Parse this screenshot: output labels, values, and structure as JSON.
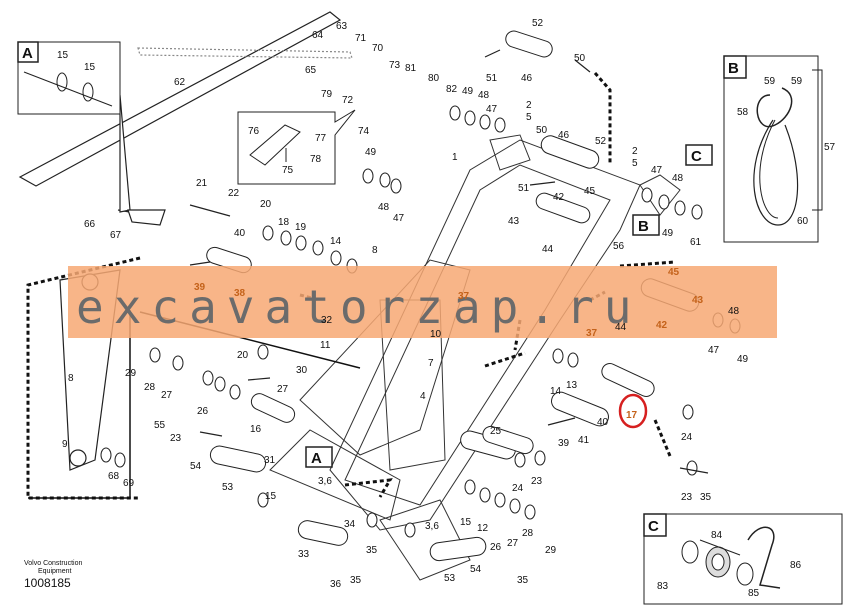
{
  "watermark": {
    "text": "excavatorzap.ru",
    "band_color": "#f7a873",
    "text_color": "#6b6b6b"
  },
  "footer": {
    "line1": "Volvo Construction",
    "line2": "Equipment",
    "number": "1008185"
  },
  "highlight": {
    "label": "17",
    "color": "#d62020"
  },
  "callouts": {
    "A": "A",
    "B": "B",
    "C": "C"
  },
  "part_labels": [
    "1",
    "2",
    "3,6",
    "4",
    "5",
    "7",
    "8",
    "9",
    "10",
    "11",
    "12",
    "13",
    "14",
    "15",
    "16",
    "17",
    "18",
    "19",
    "20",
    "21",
    "22",
    "23",
    "24",
    "25",
    "26",
    "27",
    "28",
    "29",
    "30",
    "31",
    "32",
    "33",
    "34",
    "35",
    "36",
    "37",
    "38",
    "39",
    "40",
    "41",
    "42",
    "43",
    "44",
    "45",
    "46",
    "47",
    "48",
    "49",
    "50",
    "51",
    "52",
    "53",
    "54",
    "55",
    "56",
    "57",
    "58",
    "59",
    "60",
    "61",
    "62",
    "63",
    "64",
    "65",
    "66",
    "67",
    "68",
    "69",
    "70",
    "71",
    "72",
    "73",
    "74",
    "75",
    "76",
    "77",
    "78",
    "79",
    "80",
    "81",
    "82",
    "83",
    "84",
    "85",
    "86"
  ]
}
